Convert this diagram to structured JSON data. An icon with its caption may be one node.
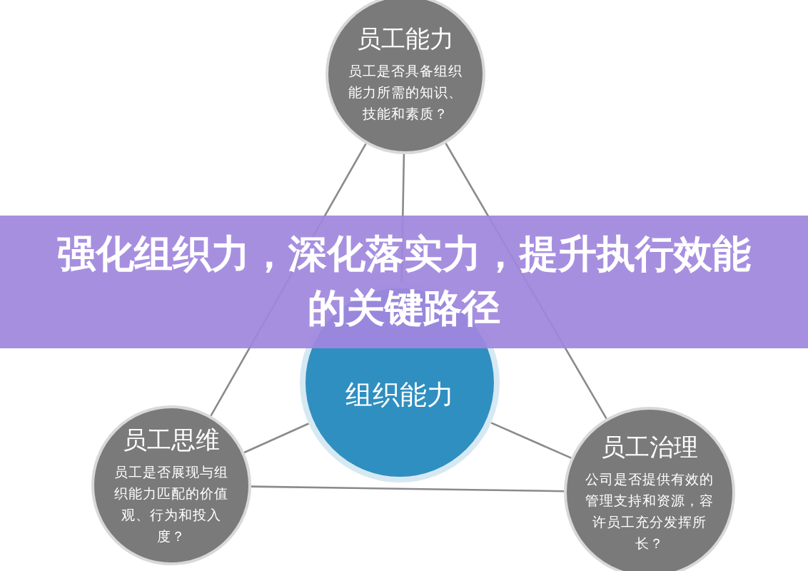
{
  "diagram": {
    "title": "强化组织力，深化落实力，提升执行效能的关键路径",
    "nodes": [
      {
        "text": [
          "员工能力",
          "员工是否具备组织能力所需的知识、技能和素质？"
        ]
      },
      {
        "text": [
          "组织能力"
        ]
      },
      {
        "text": [
          "员工思维",
          "员工是否展现与组织能力匹配的价值观、行为和投入度？"
        ]
      },
      {
        "text": [
          "员工治理",
          "公司是否提供有效的管理支持和资源，容许员工充分发挥所长？"
        ]
      }
    ],
    "edges": [
      {
        "from": 0,
        "to": 2,
        "arrow": "none"
      },
      {
        "from": 0,
        "to": 3,
        "arrow": "none"
      },
      {
        "from": 2,
        "to": 3,
        "arrow": "none"
      },
      {
        "from": 1,
        "to": 0,
        "arrow": "none"
      },
      {
        "from": 1,
        "to": 2,
        "arrow": "none"
      },
      {
        "from": 1,
        "to": 3,
        "arrow": "none"
      }
    ]
  }
}
